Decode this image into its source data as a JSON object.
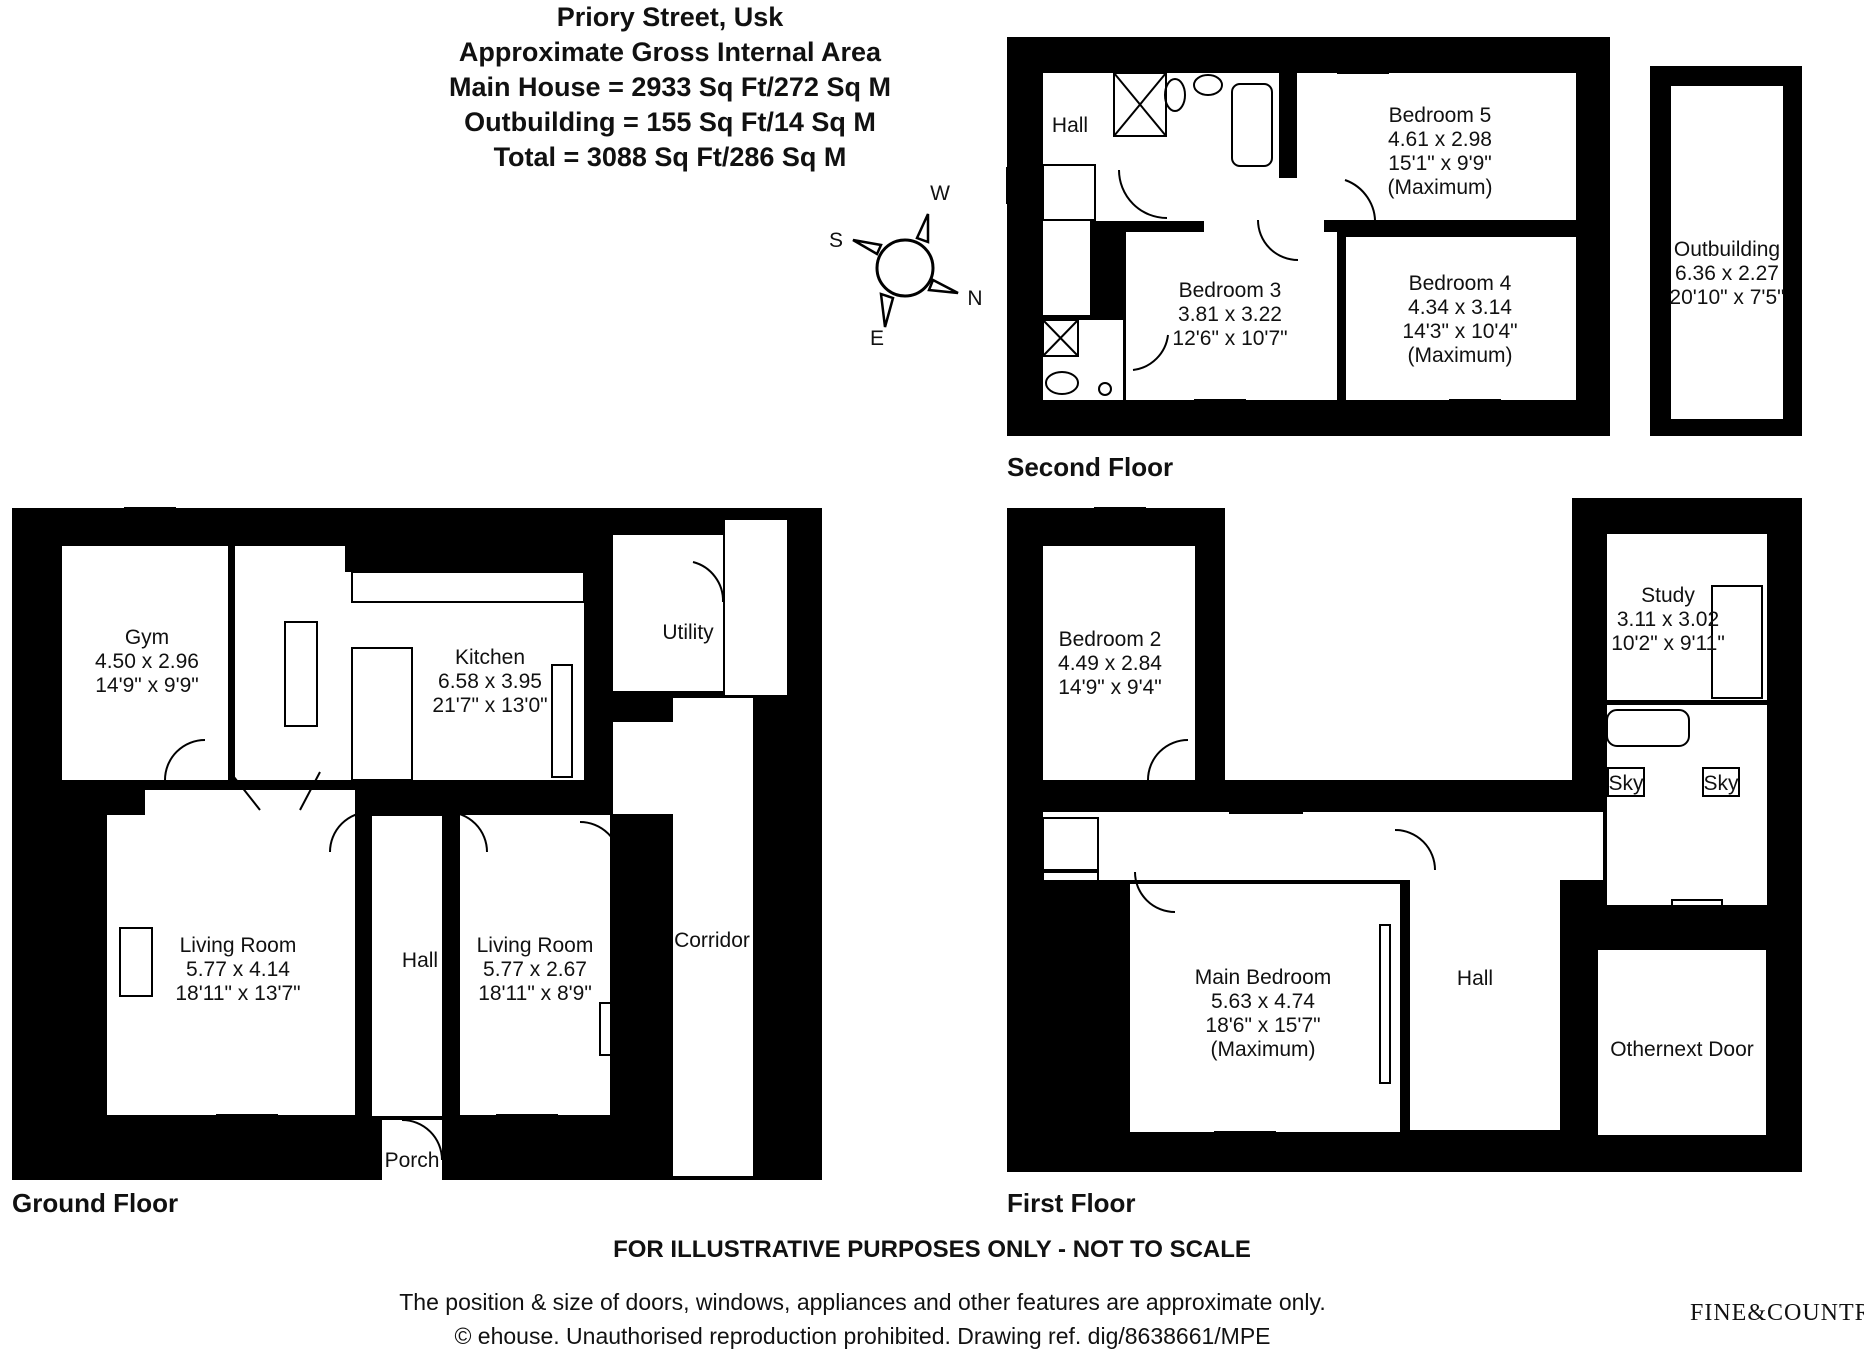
{
  "header": {
    "title": "Priory Street, Usk",
    "line1": "Approximate Gross Internal Area",
    "line2": "Main House = 2933 Sq Ft/272 Sq M",
    "line3": "Outbuilding = 155 Sq Ft/14 Sq M",
    "line4": "Total = 3088 Sq Ft/286 Sq M"
  },
  "compass": {
    "w": "W",
    "s": "S",
    "n": "N",
    "e": "E"
  },
  "floors": {
    "second": "Second Floor",
    "ground": "Ground Floor",
    "first": "First Floor"
  },
  "rooms": {
    "sf_hall": "Hall",
    "bedroom5": {
      "name": "Bedroom 5",
      "metric": "4.61 x 2.98",
      "imperial": "15'1\" x 9'9\"",
      "note": "(Maximum)"
    },
    "bedroom3": {
      "name": "Bedroom 3",
      "metric": "3.81 x 3.22",
      "imperial": "12'6\" x 10'7\""
    },
    "bedroom4": {
      "name": "Bedroom 4",
      "metric": "4.34 x 3.14",
      "imperial": "14'3\" x 10'4\"",
      "note": "(Maximum)"
    },
    "outbuilding": {
      "name": "Outbuilding",
      "metric": "6.36 x 2.27",
      "imperial": "20'10\" x 7'5\""
    },
    "gym": {
      "name": "Gym",
      "metric": "4.50 x 2.96",
      "imperial": "14'9\" x 9'9\""
    },
    "kitchen": {
      "name": "Kitchen",
      "metric": "6.58 x 3.95",
      "imperial": "21'7\" x 13'0\""
    },
    "utility": "Utility",
    "living1": {
      "name": "Living Room",
      "metric": "5.77 x 4.14",
      "imperial": "18'11\" x 13'7\""
    },
    "gf_hall": "Hall",
    "living2": {
      "name": "Living Room",
      "metric": "5.77 x 2.67",
      "imperial": "18'11\" x 8'9\""
    },
    "corridor": "Corridor",
    "porch": "Porch",
    "bedroom2": {
      "name": "Bedroom 2",
      "metric": "4.49 x 2.84",
      "imperial": "14'9\" x 9'4\""
    },
    "study": {
      "name": "Study",
      "metric": "3.11 x 3.02",
      "imperial": "10'2\" x 9'11\""
    },
    "sky1": "Sky",
    "sky2": "Sky",
    "main_bedroom": {
      "name": "Main Bedroom",
      "metric": "5.63 x 4.74",
      "imperial": "18'6\" x 15'7\"",
      "note": "(Maximum)"
    },
    "ff_hall": "Hall",
    "othernext": "Othernext Door"
  },
  "footer": {
    "disclaimer": "FOR ILLUSTRATIVE PURPOSES ONLY - NOT TO SCALE",
    "note1": "The position & size of doors, windows, appliances and other features are approximate only.",
    "note2": "© ehouse. Unauthorised reproduction prohibited. Drawing ref. dig/8638661/MPE",
    "logo": "FINE&COUNTRY"
  }
}
